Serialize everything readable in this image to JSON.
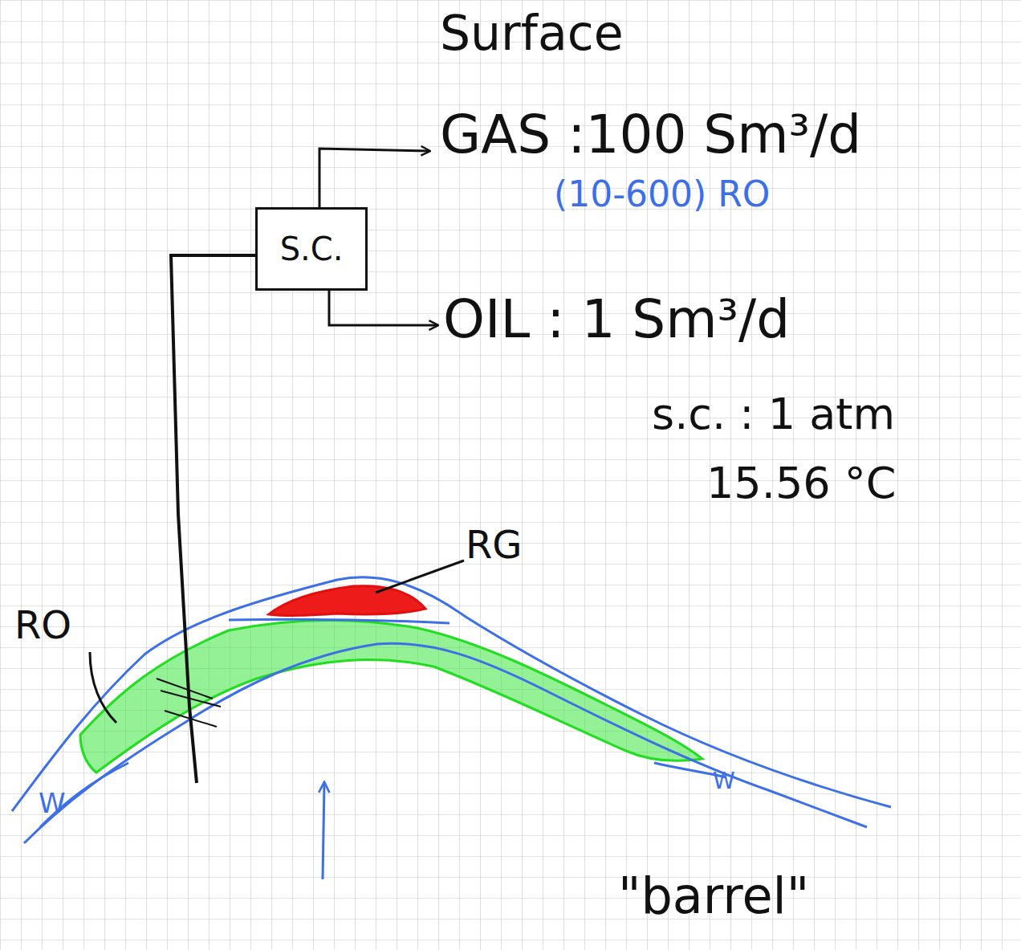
{
  "diagram": {
    "title": "Surface",
    "nodes": [
      {
        "text": [
          "S.C."
        ]
      }
    ],
    "labels": [
      "GAS :100 Sm³/d",
      "(10-600) RO",
      "OIL : 1 Sm³/d",
      "s.c. : 1 atm",
      "15.56 °C",
      "RG",
      "RO",
      "W",
      "W",
      "\"barrel\""
    ]
  }
}
